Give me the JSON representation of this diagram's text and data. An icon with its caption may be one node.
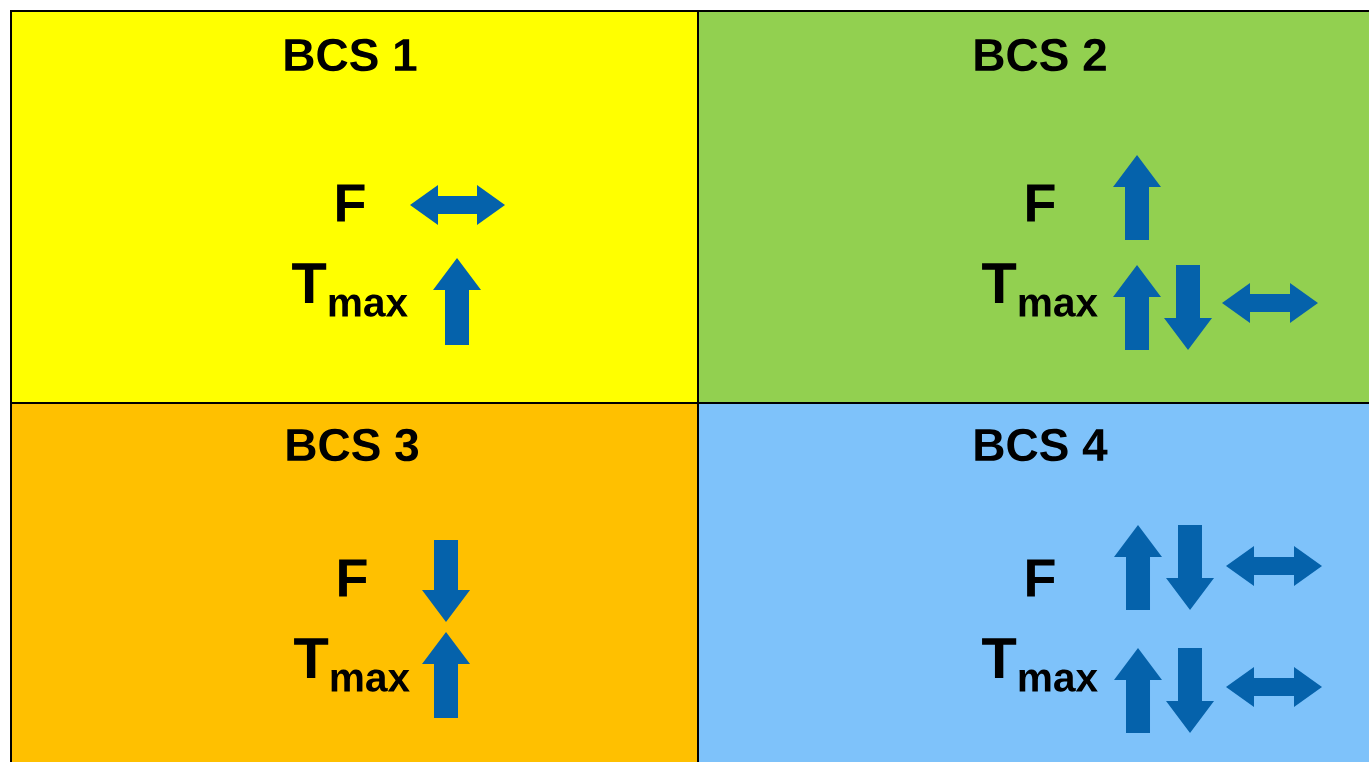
{
  "diagram": {
    "nodes": [
      {
        "text": [
          "BCS 1",
          "F",
          "T$_{max}$"
        ]
      },
      {
        "text": [
          "BCS 2",
          "F",
          "T$_{max}$"
        ]
      },
      {
        "text": [
          "BCS 3",
          "F",
          "T$_{max}$"
        ]
      },
      {
        "text": [
          "BCS 4",
          "F",
          "T$_{max}$"
        ]
      }
    ]
  }
}
